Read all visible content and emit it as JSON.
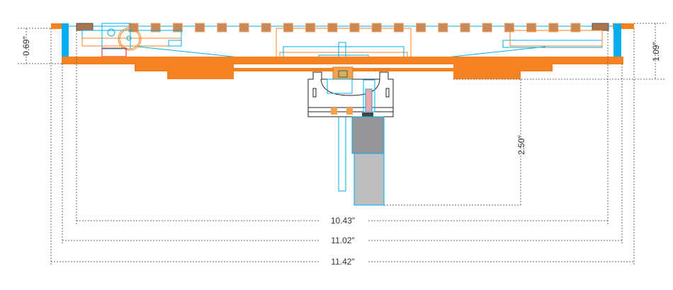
{
  "dimensions": {
    "left_height": "0.69\"",
    "right_height": "1.09\"",
    "stand_height": "2.50\"",
    "inner_width": "10.43\"",
    "middle_width": "11.02\"",
    "outer_width": "11.42\""
  },
  "colors": {
    "orange": "#f5821f",
    "blue": "#00aeef",
    "brown": "#c8895a",
    "gray": "#939598",
    "lightgray": "#bcbec0",
    "pink": "#f4a6a6",
    "red": "#e31e24"
  }
}
